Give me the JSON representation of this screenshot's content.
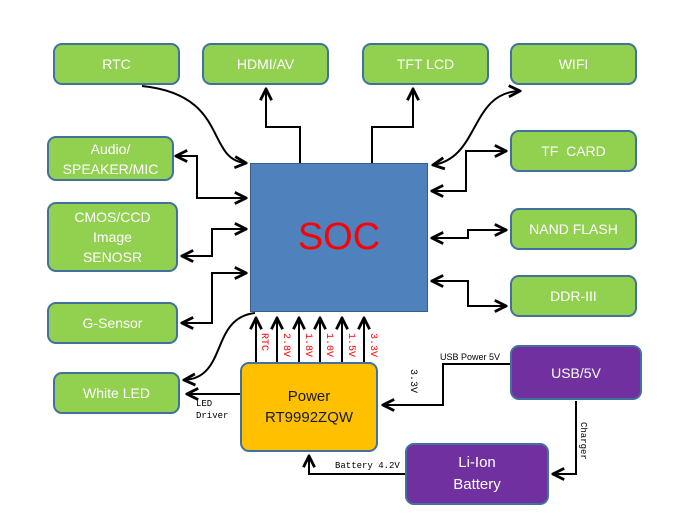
{
  "diagram": {
    "title": "SoC system block diagram",
    "soc": {
      "label": "SOC",
      "fill": "#4f81bd",
      "text_color": "#ff0000"
    },
    "peripherals": {
      "rtc": "RTC",
      "hdmi": "HDMI/AV",
      "tft": "TFT LCD",
      "wifi": "WIFI",
      "audio_line1": "Audio/",
      "audio_line2": "SPEAKER/MIC",
      "cmos_line1": "CMOS/CCD",
      "cmos_line2": "Image",
      "cmos_line3": "SENOSR",
      "gsensor": "G-Sensor",
      "whiteled": "White LED",
      "tfcard": "TF  CARD",
      "nand": "NAND FLASH",
      "ddr": "DDR-III"
    },
    "power": {
      "line1": "Power",
      "line2": "RT9992ZQW",
      "fill": "#ffc000"
    },
    "usb": {
      "label": "USB/5V",
      "fill": "#7030a0"
    },
    "battery": {
      "line1": "Li-Ion",
      "line2": "Battery",
      "fill": "#7030a0"
    },
    "rails": [
      "RTC",
      "2.8V",
      "1.8V",
      "1.0V",
      "1.5V",
      "3.3V"
    ],
    "annotations": {
      "led_driver_line1": "LED",
      "led_driver_line2": "Driver",
      "usb_power": "USB Power 5V",
      "v33": "3.3V",
      "charger": "Charger",
      "battery_voltage": "Battery 4.2V"
    },
    "colors": {
      "peripheral": "#92d050",
      "border": "#41719c",
      "rail_label": "#ff0000"
    }
  }
}
